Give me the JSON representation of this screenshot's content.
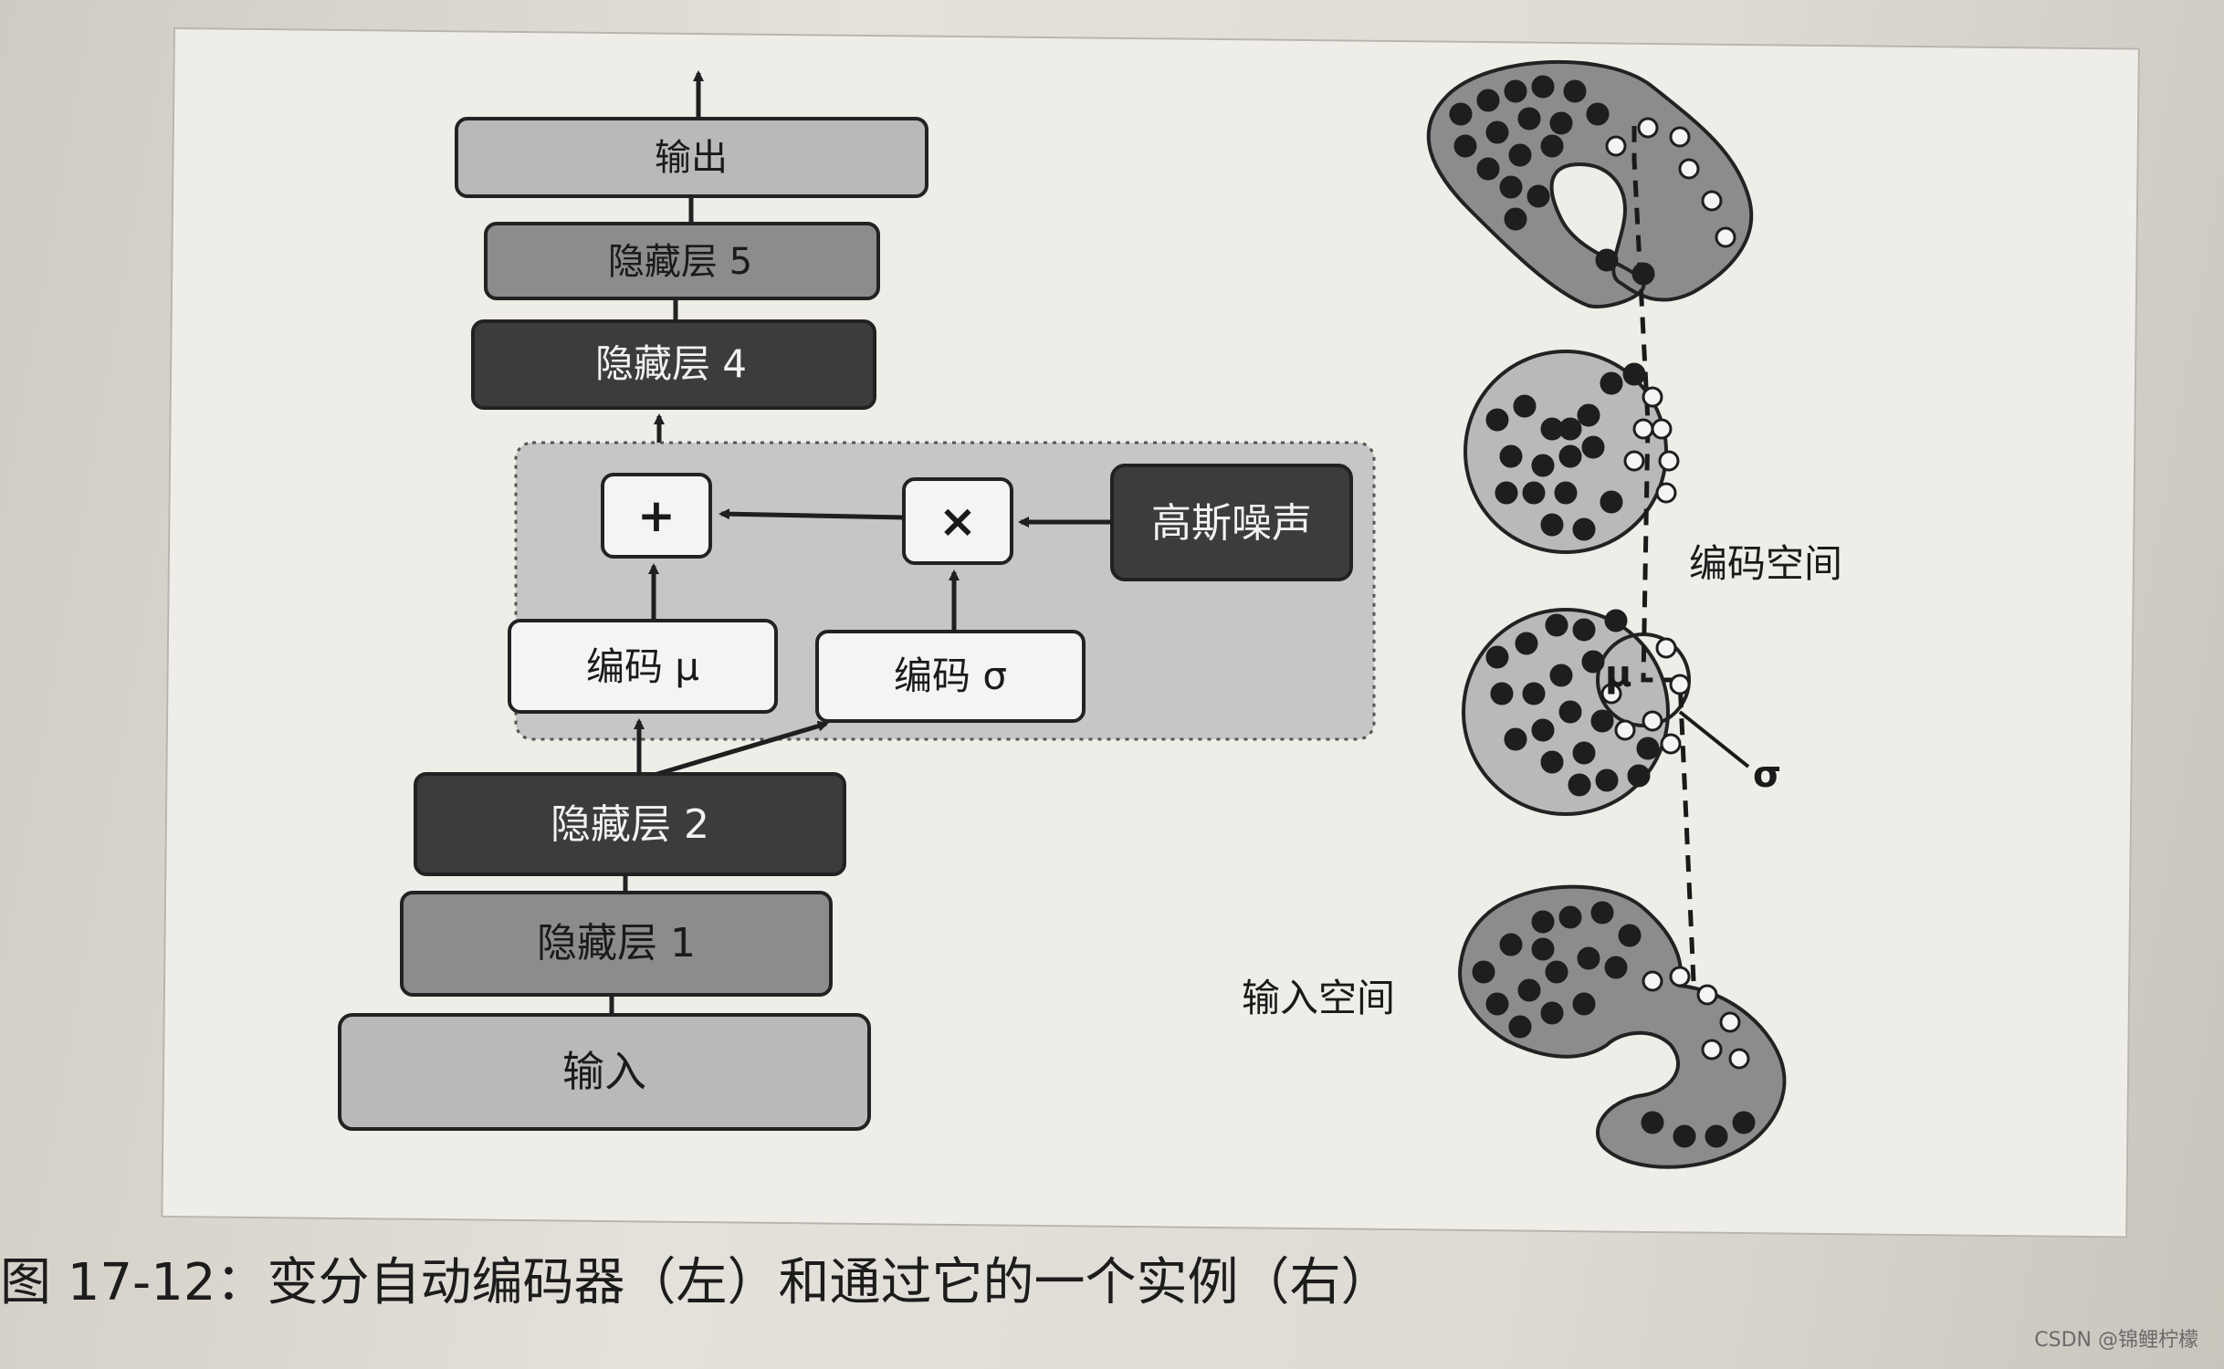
{
  "diagram": {
    "boxes": {
      "output": "输出",
      "hidden5": "隐藏层 5",
      "hidden4": "隐藏层 4",
      "plus": "+",
      "times": "×",
      "gaussian_noise": "高斯噪声",
      "encode_mu": "编码 μ",
      "encode_sigma": "编码 σ",
      "hidden2": "隐藏层 2",
      "hidden1": "隐藏层 1",
      "input": "输入"
    },
    "right_labels": {
      "coding_space": "编码空间",
      "input_space": "输入空间",
      "mu": "μ",
      "sigma": "σ"
    },
    "colors": {
      "light_box": "#b9b9b9",
      "mid_box": "#8c8c8c",
      "dark_box": "#3c3c3c",
      "white_box": "#f4f4f4",
      "group_bg": "#c6c6c6"
    }
  },
  "caption": "图 17-12：变分自动编码器（左）和通过它的一个实例（右）",
  "watermark": "CSDN @锦鲤柠檬"
}
